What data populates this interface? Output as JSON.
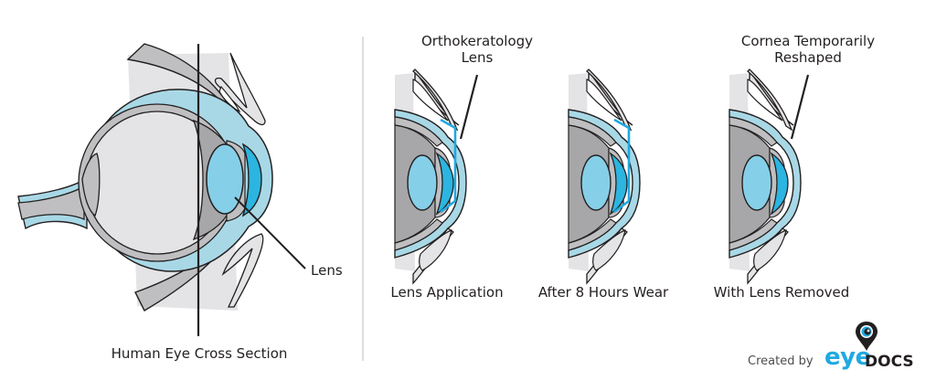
{
  "main_diagram": {
    "title": "Human Eye Cross Section",
    "lens_callout": "Lens"
  },
  "stages": [
    {
      "label": "Lens Application",
      "callout": "Orthokeratology Lens",
      "callout_line1": "Orthokeratology",
      "callout_line2": "Lens"
    },
    {
      "label": "After 8 Hours Wear"
    },
    {
      "label": "With Lens Removed",
      "callout": "Cornea Temporarily Reshaped",
      "callout_line1": "Cornea Temporarily",
      "callout_line2": "Reshaped"
    }
  ],
  "credit": {
    "prefix": "Created by",
    "brand_part1": "eye",
    "brand_part2": "DOCS"
  },
  "colors": {
    "sclera_blue": "#a8d8e6",
    "lens_blue": "#86cfe8",
    "cornea_blue": "#2bb5e0",
    "ortho_lens": "#1fa9e1",
    "tissue_gray": "#bfbfc1",
    "dark_gray": "#a7a7a9",
    "light_gray": "#e4e4e6",
    "outline": "#231f20"
  }
}
